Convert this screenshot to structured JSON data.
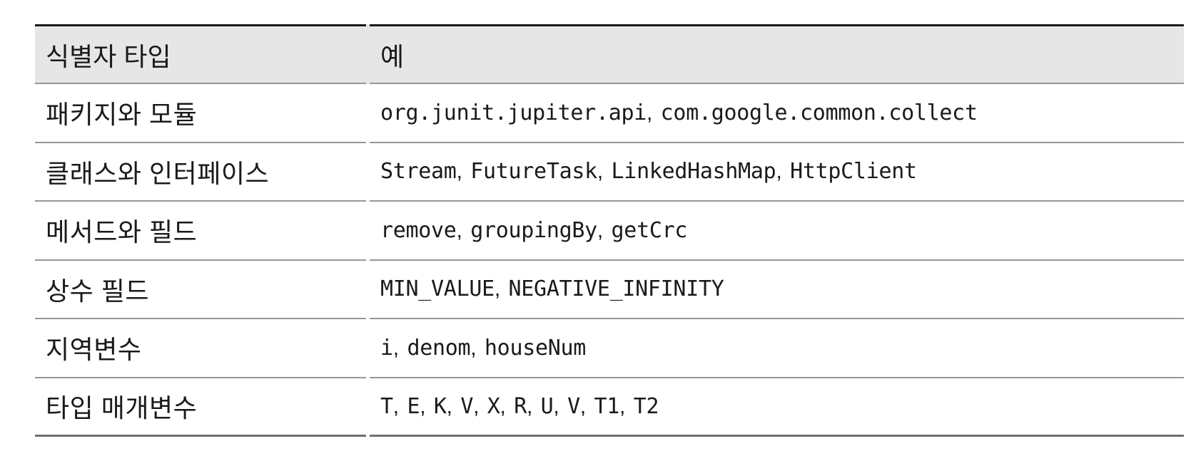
{
  "table": {
    "header": {
      "col1": "식별자 타입",
      "col2": "예"
    },
    "rows": [
      {
        "type": "패키지와 모듈",
        "examples": [
          "org.junit.jupiter.api",
          "com.google.common.collect"
        ]
      },
      {
        "type": "클래스와 인터페이스",
        "examples": [
          "Stream",
          "FutureTask",
          "LinkedHashMap",
          "HttpClient"
        ]
      },
      {
        "type": "메서드와 필드",
        "examples": [
          "remove",
          "groupingBy",
          "getCrc"
        ]
      },
      {
        "type": "상수 필드",
        "examples": [
          "MIN_VALUE",
          "NEGATIVE_INFINITY"
        ]
      },
      {
        "type": "지역변수",
        "examples": [
          "i",
          "denom",
          "houseNum"
        ]
      },
      {
        "type": "타입 매개변수",
        "examples": [
          "T",
          "E",
          "K",
          "V",
          "X",
          "R",
          "U",
          "V",
          "T1",
          "T2"
        ]
      }
    ],
    "separator": ", ",
    "colors": {
      "header_bg": "#e6e6e6",
      "top_border": "#1a1a1a",
      "row_border": "#979797",
      "bottom_border": "#6e6e6e",
      "text": "#1a1a1a"
    }
  }
}
